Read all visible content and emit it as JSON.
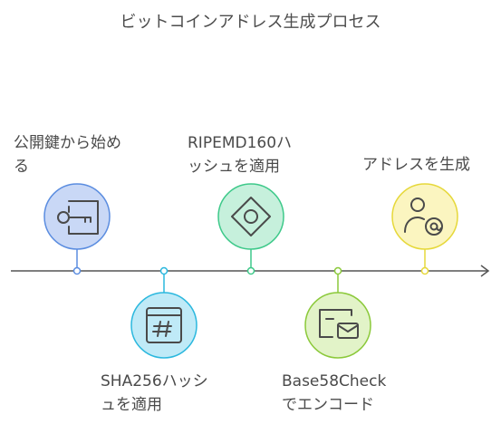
{
  "title": "ビットコインアドレス生成プロセス",
  "steps": [
    {
      "lines": [
        "公開鍵から始め",
        "る"
      ],
      "icon": "key-icon",
      "color": "#5b8de0",
      "fill": "#c9d8f6"
    },
    {
      "lines": [
        "SHA256ハッシ",
        "ュを適用"
      ],
      "icon": "hash-icon",
      "color": "#2bb8de",
      "fill": "#bfeaf7"
    },
    {
      "lines": [
        "RIPEMD160ハ",
        "ッシュを適用"
      ],
      "icon": "diamond-icon",
      "color": "#3ec98a",
      "fill": "#c6f0dc"
    },
    {
      "lines": [
        "Base58Check",
        "でエンコード"
      ],
      "icon": "email-encode-icon",
      "color": "#8bc93a",
      "fill": "#e2f3c8"
    },
    {
      "lines": [
        "アドレスを生成"
      ],
      "icon": "user-at-icon",
      "color": "#e6d83a",
      "fill": "#fbf5c0"
    }
  ]
}
